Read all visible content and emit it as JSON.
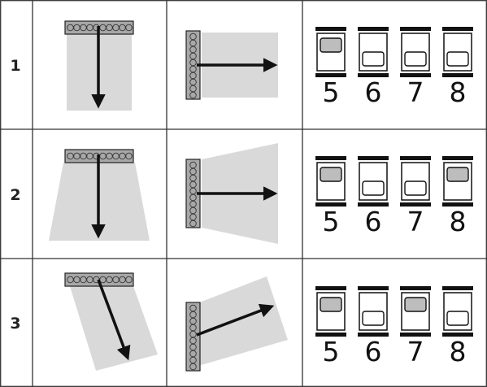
{
  "rows": [
    {
      "label": "1",
      "ceiling_view": "straight-down",
      "wall_view": "straight-out",
      "switches": [
        {
          "digit": "5",
          "state": "up"
        },
        {
          "digit": "6",
          "state": "down"
        },
        {
          "digit": "7",
          "state": "down"
        },
        {
          "digit": "8",
          "state": "down"
        }
      ]
    },
    {
      "label": "2",
      "ceiling_view": "wide",
      "wall_view": "wide",
      "switches": [
        {
          "digit": "5",
          "state": "up"
        },
        {
          "digit": "6",
          "state": "down"
        },
        {
          "digit": "7",
          "state": "down"
        },
        {
          "digit": "8",
          "state": "up"
        }
      ]
    },
    {
      "label": "3",
      "ceiling_view": "angled",
      "wall_view": "angled",
      "switches": [
        {
          "digit": "5",
          "state": "up"
        },
        {
          "digit": "6",
          "state": "down"
        },
        {
          "digit": "7",
          "state": "up"
        },
        {
          "digit": "8",
          "state": "down"
        }
      ]
    }
  ],
  "colors": {
    "grid_line": "#333333",
    "beam_fill": "#d9d9d9",
    "sensor_body": "#a8a8a8",
    "switch_bar": "#111111",
    "knob_up_fill": "#bdbdbd",
    "knob_down_fill": "#ffffff"
  }
}
